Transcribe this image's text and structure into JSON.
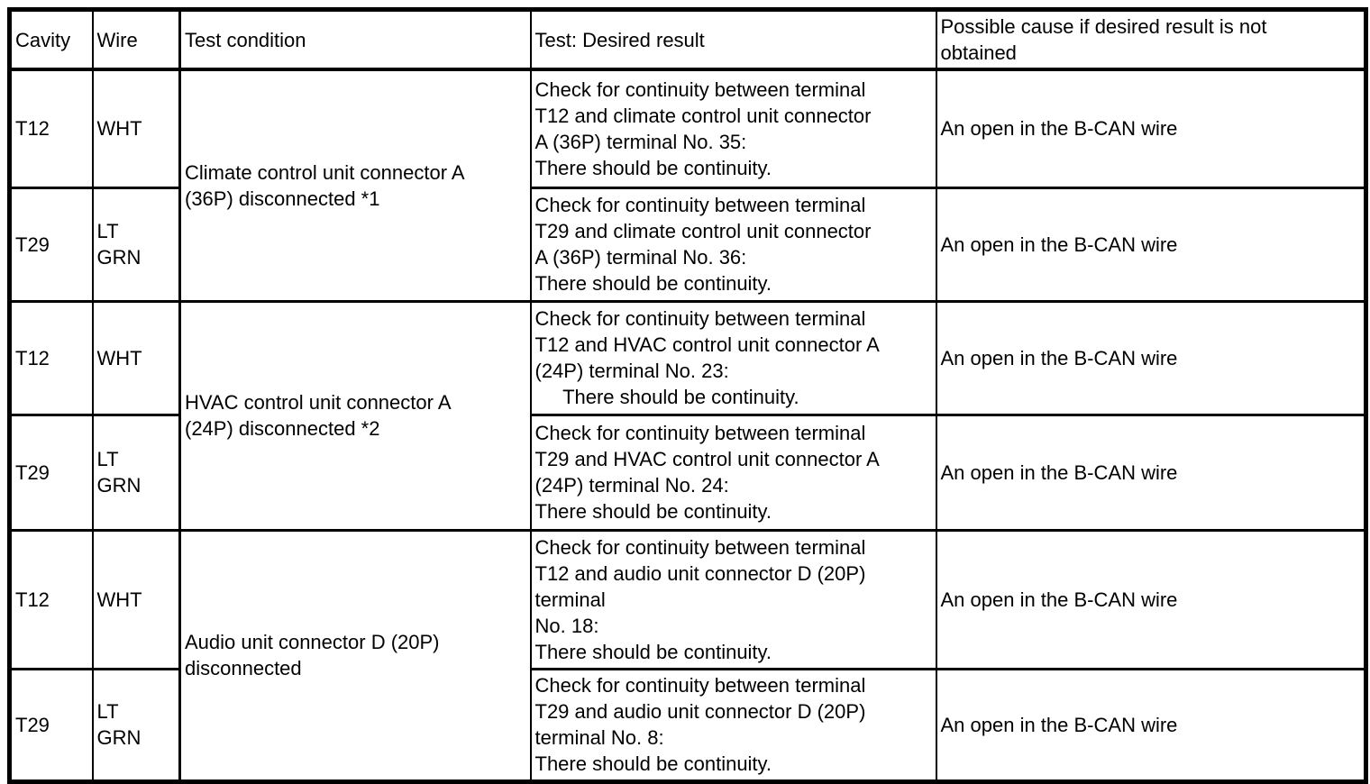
{
  "table": {
    "headers": {
      "cavity": "Cavity",
      "wire": "Wire",
      "condition": "Test condition",
      "result": "Test: Desired result",
      "cause": "Possible cause if desired result is not\nobtained"
    },
    "groups": [
      {
        "condition": "Climate control unit connector A\n(36P) disconnected *1",
        "rows": [
          {
            "cavity": "T12",
            "wire": "WHT",
            "result": "Check for continuity between terminal\nT12 and climate control unit connector\nA (36P) terminal No. 35:\nThere should be continuity.",
            "cause": "An open in the B-CAN wire"
          },
          {
            "cavity": "T29",
            "wire": "LT\nGRN",
            "result": "Check for continuity between terminal\nT29 and climate control unit connector\nA (36P) terminal No. 36:\nThere should be continuity.",
            "cause": "An open in the B-CAN wire"
          }
        ]
      },
      {
        "condition": "HVAC control unit connector A\n(24P) disconnected *2",
        "rows": [
          {
            "cavity": "T12",
            "wire": "WHT",
            "result": "Check for continuity between terminal\nT12 and HVAC control unit connector A\n(24P) terminal No. 23:\n     There should be continuity.",
            "cause": "An open in the B-CAN wire"
          },
          {
            "cavity": "T29",
            "wire": "LT\nGRN",
            "result": "Check for continuity between terminal\nT29 and HVAC control unit connector A\n(24P) terminal No. 24:\nThere should be continuity.",
            "cause": "An open in the B-CAN wire"
          }
        ]
      },
      {
        "condition": "Audio unit connector D (20P)\ndisconnected",
        "rows": [
          {
            "cavity": "T12",
            "wire": "WHT",
            "result": "Check for continuity between terminal\nT12 and audio unit connector D (20P)\nterminal\nNo. 18:\nThere should be continuity.",
            "cause": "An open in the B-CAN wire"
          },
          {
            "cavity": "T29",
            "wire": "LT\nGRN",
            "result": "Check for continuity between terminal\nT29 and audio unit connector D (20P)\nterminal No. 8:\nThere should be continuity.",
            "cause": "An open in the B-CAN wire"
          }
        ]
      }
    ]
  }
}
